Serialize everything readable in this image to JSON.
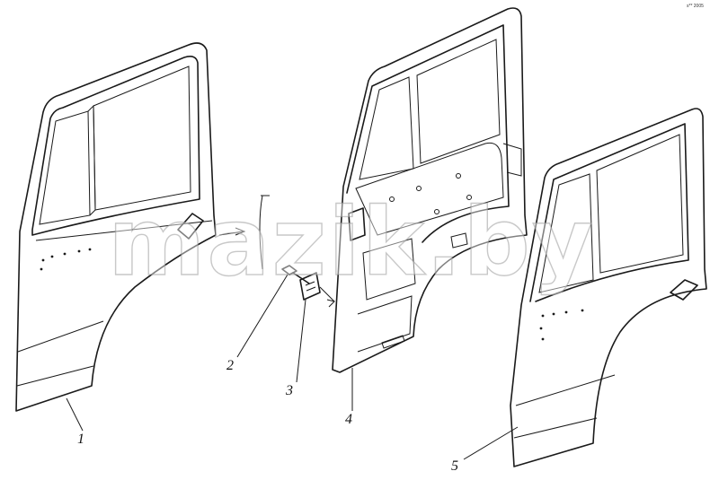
{
  "callouts": {
    "door_outer_left": "1",
    "fastener": "2",
    "hinge": "3",
    "door_inner_frame": "4",
    "door_outer_right": "5"
  },
  "watermark": "mazik.by",
  "corner_mark": "s** 2005",
  "colors": {
    "line": "#1a1a1a",
    "background": "#ffffff",
    "watermark_outline": "#9a9a9a"
  }
}
